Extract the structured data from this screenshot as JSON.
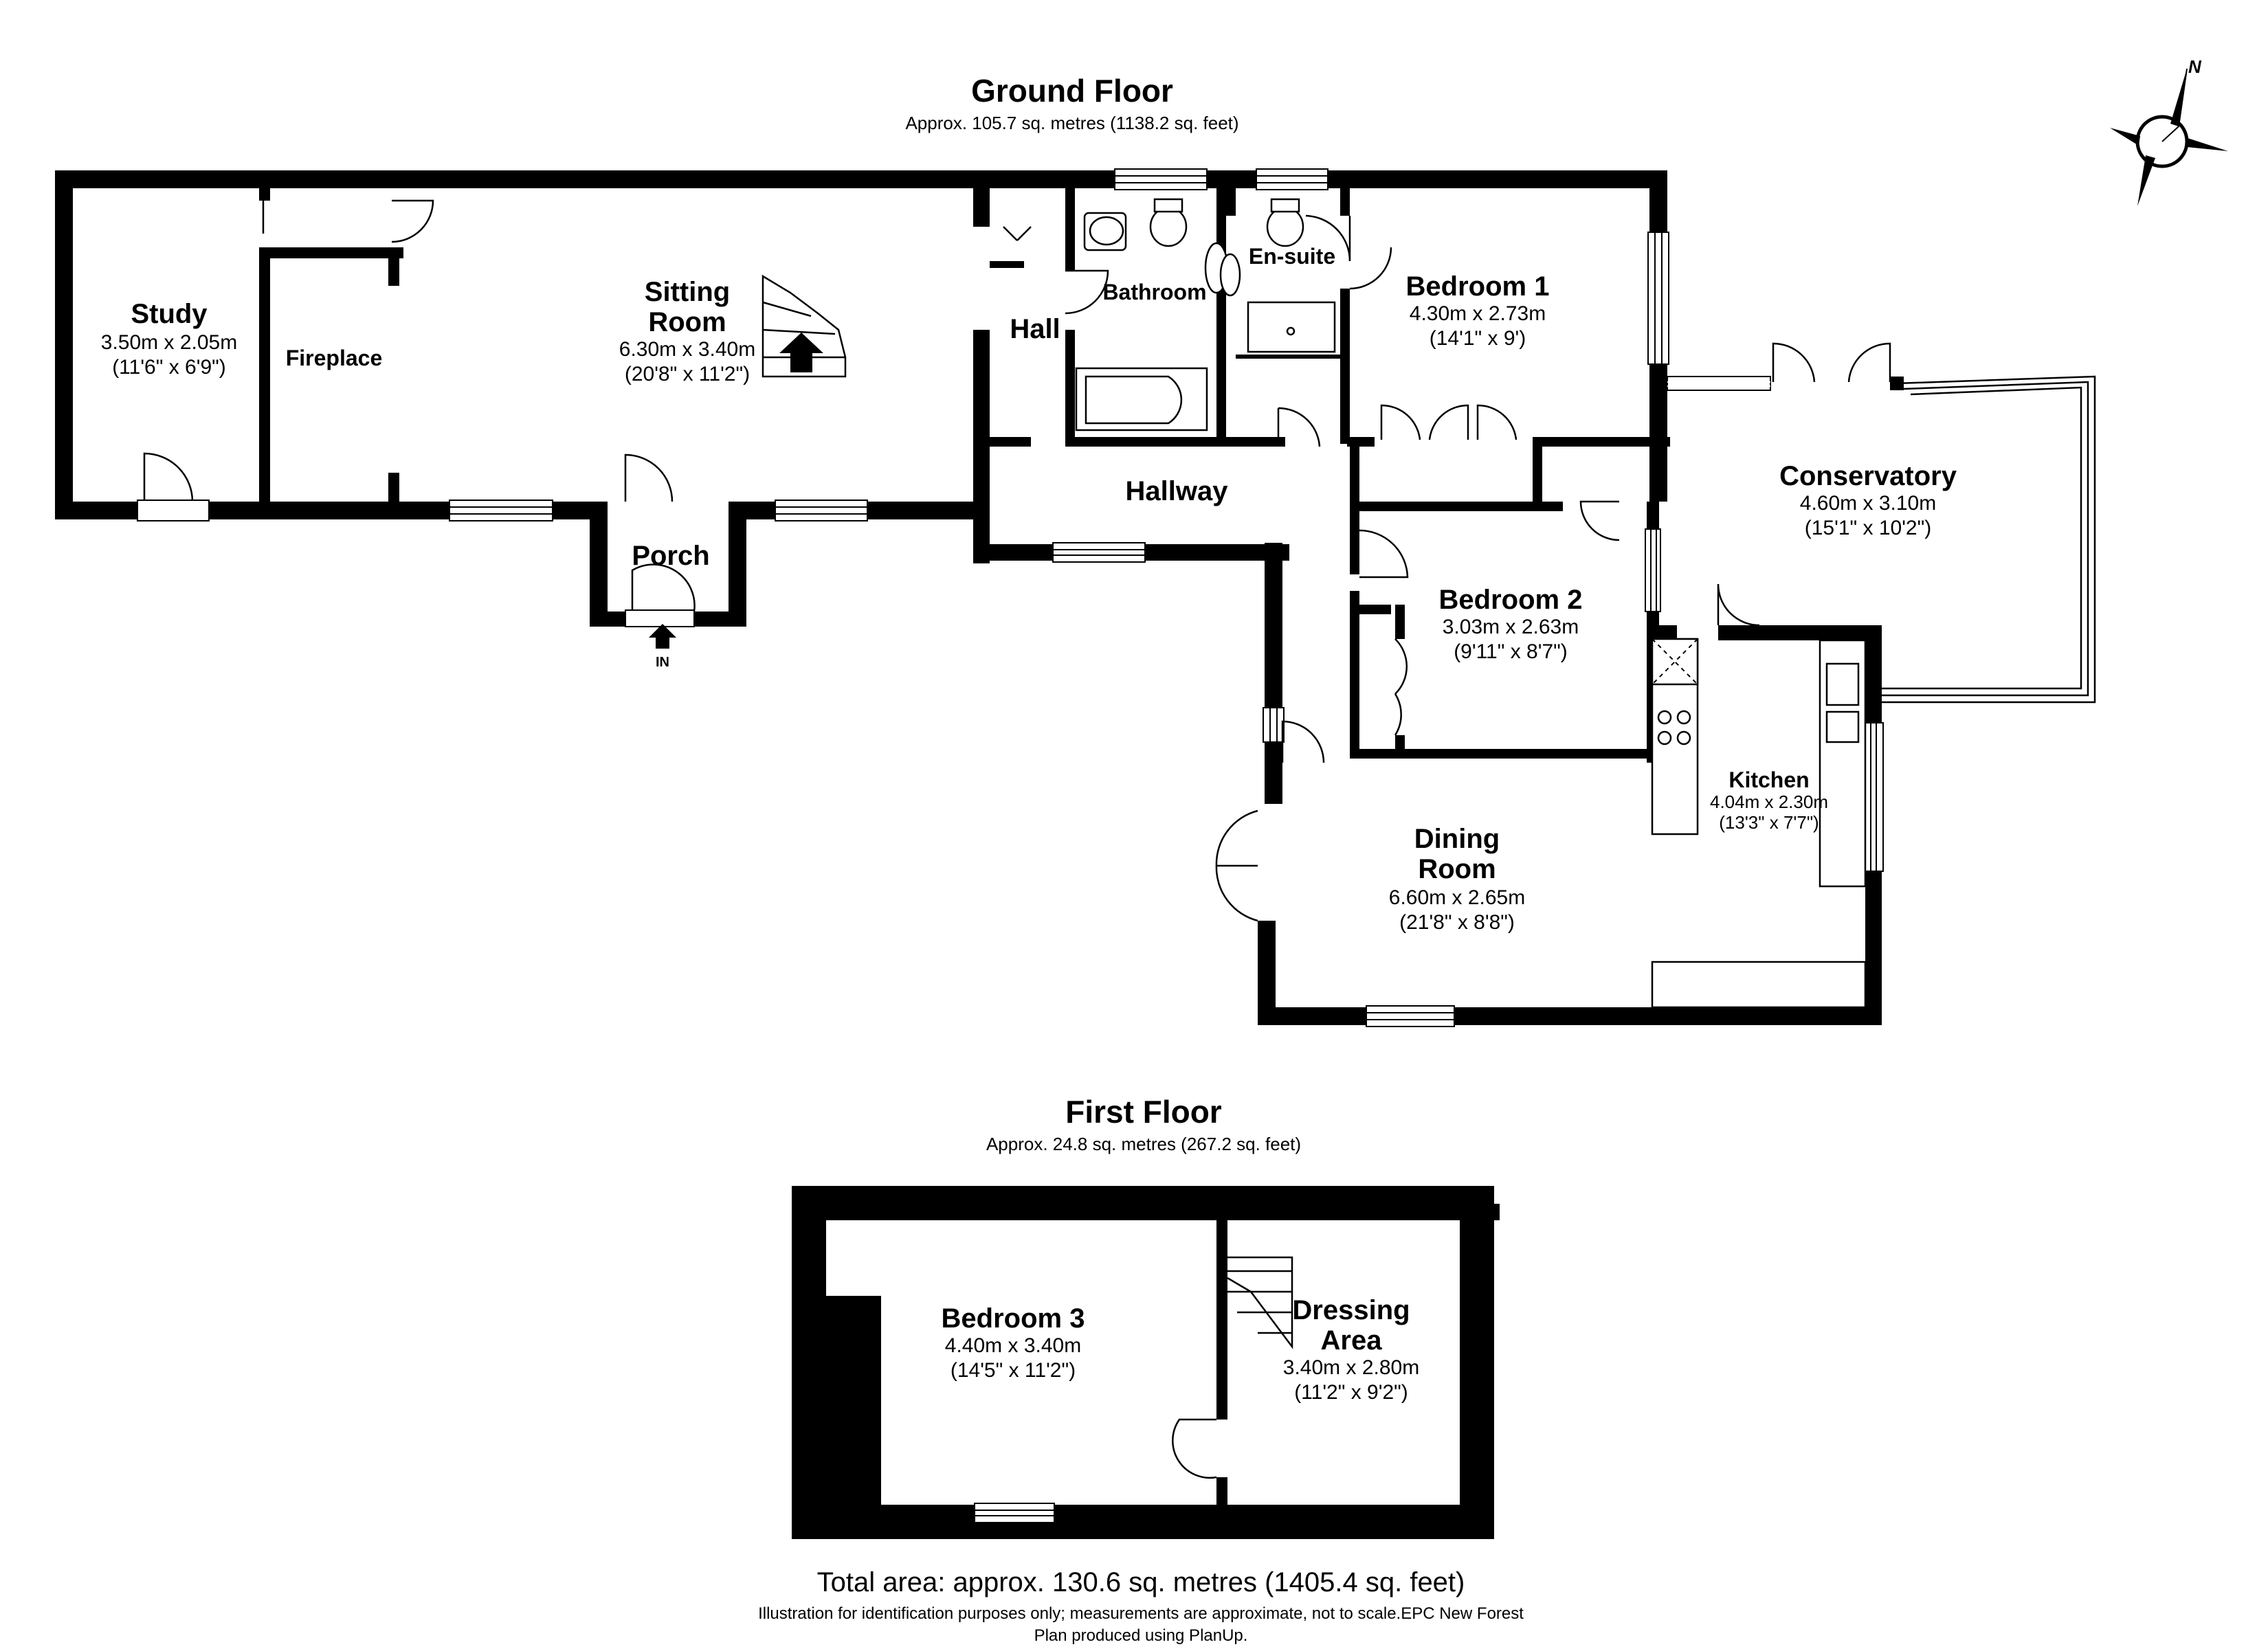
{
  "ground_floor": {
    "title": "Ground Floor",
    "area": "Approx. 105.7 sq. metres (1138.2 sq. feet)",
    "rooms": {
      "study": {
        "name": "Study",
        "dim_m": "3.50m x 2.05m",
        "dim_ft": "(11'6\" x 6'9\")"
      },
      "fireplace": {
        "name": "Fireplace"
      },
      "sitting": {
        "name1": "Sitting",
        "name2": "Room",
        "dim_m": "6.30m x 3.40m",
        "dim_ft": "(20'8\" x 11'2\")"
      },
      "hall": {
        "name": "Hall"
      },
      "bathroom": {
        "name": "Bathroom"
      },
      "ensuite": {
        "name": "En-suite"
      },
      "bedroom1": {
        "name": "Bedroom 1",
        "dim_m": "4.30m x 2.73m",
        "dim_ft": "(14'1\" x 9')"
      },
      "hallway": {
        "name": "Hallway"
      },
      "porch": {
        "name": "Porch"
      },
      "entrance": {
        "label": "IN"
      },
      "conservatory": {
        "name": "Conservatory",
        "dim_m": "4.60m x 3.10m",
        "dim_ft": "(15'1\" x 10'2\")"
      },
      "bedroom2": {
        "name": "Bedroom 2",
        "dim_m": "3.03m x 2.63m",
        "dim_ft": "(9'11\" x 8'7\")"
      },
      "kitchen": {
        "name": "Kitchen",
        "dim_m": "4.04m x 2.30m",
        "dim_ft": "(13'3\" x 7'7\")"
      },
      "dining": {
        "name1": "Dining",
        "name2": "Room",
        "dim_m": "6.60m x 2.65m",
        "dim_ft": "(21'8\" x 8'8\")"
      }
    }
  },
  "first_floor": {
    "title": "First Floor",
    "area": "Approx. 24.8 sq. metres (267.2 sq. feet)",
    "rooms": {
      "bedroom3": {
        "name": "Bedroom 3",
        "dim_m": "4.40m x 3.40m",
        "dim_ft": "(14'5\" x 11'2\")"
      },
      "dressing": {
        "name1": "Dressing",
        "name2": "Area",
        "dim_m": "3.40m x 2.80m",
        "dim_ft": "(11'2\" x 9'2\")"
      }
    }
  },
  "compass": {
    "label": "N"
  },
  "footer": {
    "total": "Total area: approx. 130.6 sq. metres (1405.4 sq. feet)",
    "disclaimer": "Illustration for identification purposes only; measurements are approximate, not to scale.EPC New Forest",
    "credit": "Plan produced using PlanUp."
  }
}
